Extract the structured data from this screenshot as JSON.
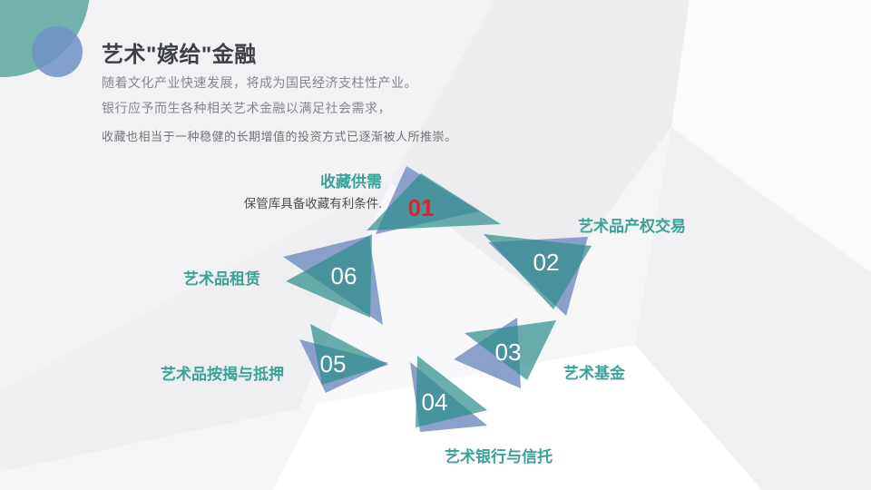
{
  "slide": {
    "title": "艺术\"嫁给\"金融",
    "paragraphs": [
      "随着文化产业快速发展，将成为国民经济支柱性产业。",
      "银行应予而生各种相关艺术金融以满足社会需求，",
      "收藏也相当于一种稳健的长期增值的投资方式已逐渐被人所推崇。"
    ]
  },
  "diagram": {
    "items": [
      {
        "number": "01",
        "label": "收藏供需",
        "sublabel": "保管库具备收藏有利条件."
      },
      {
        "number": "02",
        "label": "艺术品产权交易"
      },
      {
        "number": "03",
        "label": "艺术基金"
      },
      {
        "number": "04",
        "label": "艺术银行与信托"
      },
      {
        "number": "05",
        "label": "艺术品按揭与抵押"
      },
      {
        "number": "06",
        "label": "艺术品租赁"
      }
    ]
  },
  "colors": {
    "label_teal": "#3aa296",
    "triangle_teal": "#2b8d8a",
    "triangle_blue": "#7e96c5",
    "number_accent_red": "#e02128",
    "number_white": "#ffffff",
    "title_dark": "#3e4144",
    "body_gray": "#85878b",
    "decor_circle_teal": "#72b2ab",
    "decor_circle_blue": "#6f92c4"
  }
}
